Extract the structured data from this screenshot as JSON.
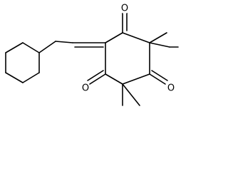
{
  "structure": {
    "description_visible": "",
    "atoms": [
      {
        "id": "O1",
        "symbol": "O"
      },
      {
        "id": "O2",
        "symbol": "O"
      },
      {
        "id": "O3",
        "symbol": "O"
      }
    ],
    "colors": {
      "bond": "#000000",
      "label": "#000000",
      "background": "#ffffff"
    }
  }
}
